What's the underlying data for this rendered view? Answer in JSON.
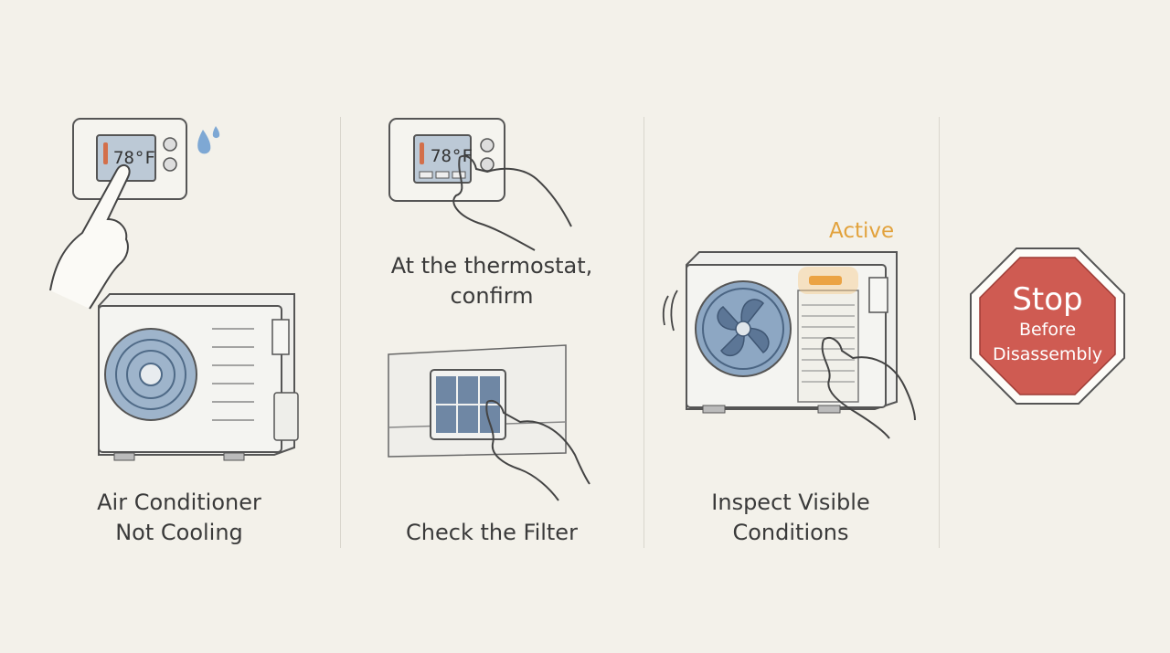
{
  "steps": [
    {
      "caption": "Air Conditioner\nNot Cooling",
      "display": "78°F"
    },
    {
      "caption": "At the thermostat,\nconfirm",
      "display": "78°F"
    },
    {
      "caption": "Check the Filter"
    },
    {
      "caption": "Inspect Visible\nConditions",
      "badge": "Active"
    }
  ],
  "stop_sign": {
    "title": "Stop",
    "line1": "Before",
    "line2": "Disassembly"
  },
  "colors": {
    "background": "#f3f1ea",
    "accent": "#e2a23c",
    "stop_red": "#cf5b52",
    "fan_blue": "#7f9cbc"
  }
}
